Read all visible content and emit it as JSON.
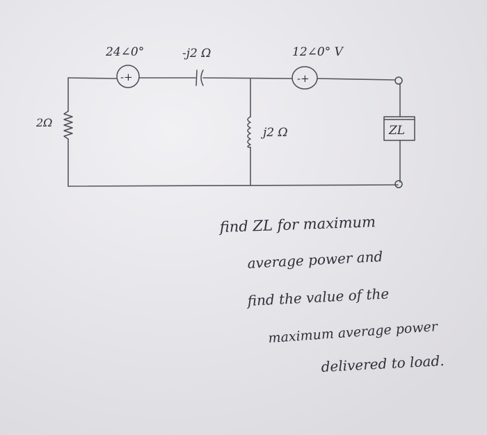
{
  "circuit": {
    "source1_label": "24∠0°",
    "capacitor_label": "-j2 Ω",
    "source2_label": "12∠0° V",
    "resistor_label": "2Ω",
    "inductor_label": "j2 Ω",
    "load_label": "ZL",
    "source_polarity": "-+"
  },
  "note": {
    "lines": [
      "find ZL for maximum",
      "average power and",
      "find the value of the",
      "maximum average power",
      "delivered to load."
    ]
  }
}
